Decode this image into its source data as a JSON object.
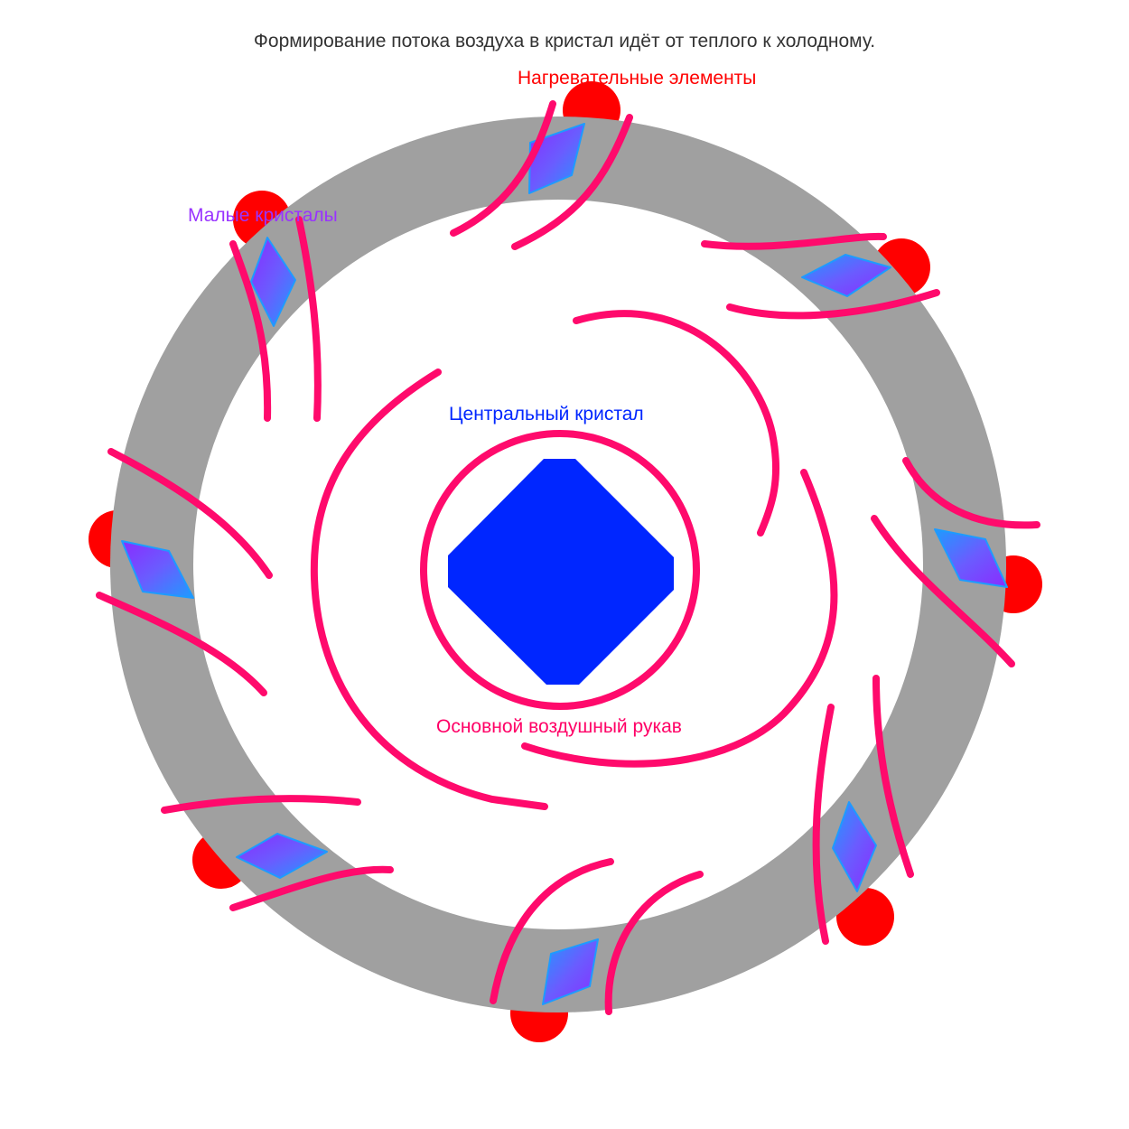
{
  "title": "Формирование потока воздуха в кристал идёт от теплого к холодному.",
  "labels": {
    "heaters": "Нагревательные элементы",
    "small_crystals": "Малые кристалы",
    "central_crystal": "Центральный кристал",
    "main_air_sleeve": "Основной воздушный рукав"
  },
  "colors": {
    "title": "#333333",
    "heaters": "#ff0000",
    "small_crystals": "#9933ff",
    "central_crystal": "#0026ff",
    "main_air_sleeve": "#ff0066",
    "ring": "#a0a0a0",
    "flow_lines": "#ff0a6c",
    "crystal_blue": "#1e90ff",
    "crystal_violet": "#8a2bff"
  }
}
